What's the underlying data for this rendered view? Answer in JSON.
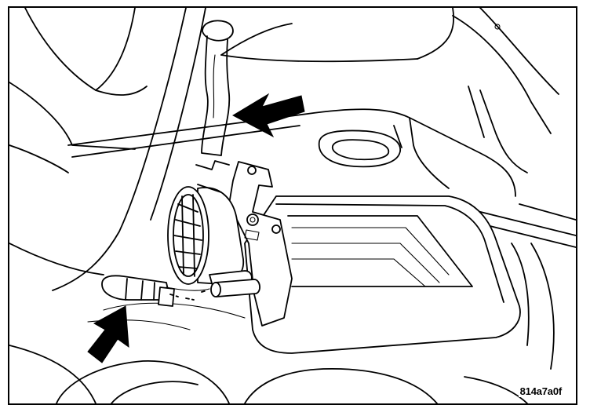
{
  "figure": {
    "figure_id": "814a7a0f",
    "colors": {
      "line": "#000000",
      "background": "#ffffff"
    },
    "icons": [
      "callout-arrow",
      "callout-arrow"
    ]
  }
}
